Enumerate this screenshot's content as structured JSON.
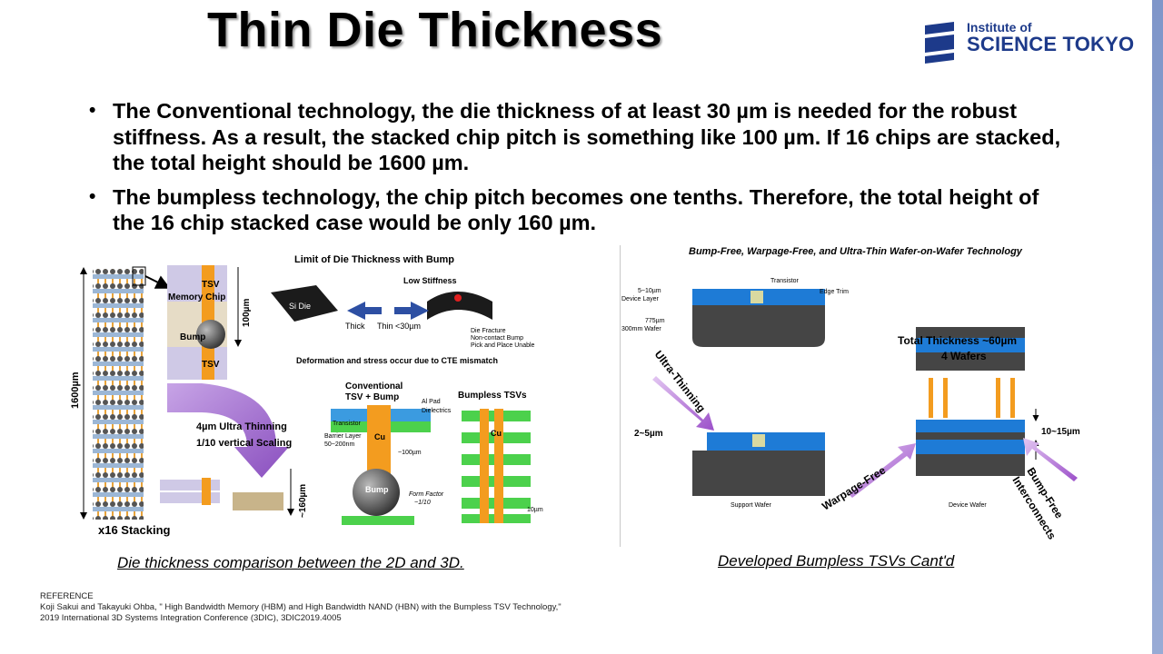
{
  "slide": {
    "title": "Thin Die Thickness",
    "logo": {
      "line1": "Institute of",
      "line2": "SCIENCE TOKYO"
    },
    "bullets": [
      "The Conventional technology, the die thickness of at least 30 µm is needed for the robust stiffness. As a result, the stacked chip pitch is something like 100 µm. If 16 chips are stacked, the total height should be 1600 µm.",
      "The bumpless technology, the chip pitch becomes one tenths. Therefore, the total height of the 16 chip stacked case would be only 160 µm."
    ],
    "bullet_symbol": "•",
    "left_figure": {
      "height_label": "1600µm",
      "stacking_label": "x16 Stacking",
      "tsv_top": "TSV",
      "memory_chip": "Memory Chip",
      "bump": "Bump",
      "tsv_bottom": "TSV",
      "pitch_label": "100µm",
      "limit_title": "Limit of Die Thickness with Bump",
      "low_stiffness": "Low Stiffness",
      "si_die": "Si Die",
      "thick": "Thick",
      "thin": "Thin <30µm",
      "failures": [
        "Die Fracture",
        "Non-contact Bump",
        "Pick and Place Unable"
      ],
      "deformation": "Deformation and stress occur due to CTE mismatch",
      "thinning_1": "4µm Ultra Thinning",
      "thinning_2": "1/10 vertical Scaling",
      "small_height": "~160µm",
      "conventional_1": "Conventional",
      "conventional_2": "TSV + Bump",
      "al_pad": "Al Pad",
      "dielectrics": "Dielectrics",
      "transistor": "Transistor",
      "barrier_1": "Barrier Layer",
      "barrier_2": "50~200nm",
      "cu": "Cu",
      "um100": "~100µm",
      "bump2": "Bump",
      "form_factor_1": "Form Factor",
      "form_factor_2": "~1/10",
      "bumpless_tsvs": "Bumpless TSVs",
      "cu2": "Cu",
      "um10": "10µm"
    },
    "right_figure": {
      "title": "Bump-Free, Warpage-Free, and Ultra-Thin Wafer-on-Wafer Technology",
      "device_layer_1": "5~10µm",
      "device_layer_2": "Device Layer",
      "transistor": "Transistor",
      "edge_trim": "Edge Trim",
      "wafer_1": "775µm",
      "wafer_2": "300mm Wafer",
      "ultra_thinning": "Ultra-Thinning",
      "um2_5": "2~5µm",
      "support_wafer": "Support Wafer",
      "warpage_free": "Warpage-Free",
      "total_1": "Total Thickness ~60µm",
      "total_2": "4 Wafers",
      "um10_15": "10~15µm",
      "device_wafer": "Device Wafer",
      "bump_free_1": "Bump-Free",
      "bump_free_2": "Interconnects"
    },
    "captions": {
      "left": "Die thickness comparison between the 2D and 3D.",
      "right": "Developed Bumpless TSVs Cant'd"
    },
    "reference": {
      "heading": "REFERENCE",
      "line1": "Koji Sakui and Takayuki Ohba, \" High Bandwidth Memory (HBM) and High Bandwidth NAND (HBN) with the Bumpless TSV Technology,\"",
      "line2": "2019 International 3D Systems Integration Conference (3DIC), 3DIC2019.4005"
    },
    "colors": {
      "logo_blue": "#1d3a8a",
      "accent_strip": "#8aa0cf",
      "arrow_purple": "#9b59c9",
      "tsv_orange": "#f39c1f"
    }
  }
}
